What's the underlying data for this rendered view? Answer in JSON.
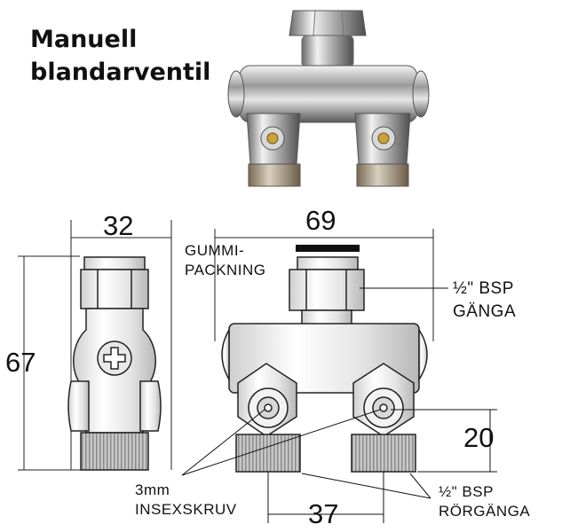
{
  "title": {
    "line1": "Manuell",
    "line2": "blandarventil"
  },
  "dimensions": {
    "width_side": "32",
    "width_front": "69",
    "height": "67",
    "outlet_spacing": "37",
    "thread_length": "20"
  },
  "labels": {
    "gasket_line1": "GUMMI-",
    "gasket_line2": "PACKNING",
    "inlet_line1": "½\" BSP",
    "inlet_line2": "GÄNGA",
    "screw_line1": "3mm",
    "screw_line2": "INSEXSKRUV",
    "outlet_line1": "½\" BSP",
    "outlet_line2": "RÖRGÄNGA"
  }
}
